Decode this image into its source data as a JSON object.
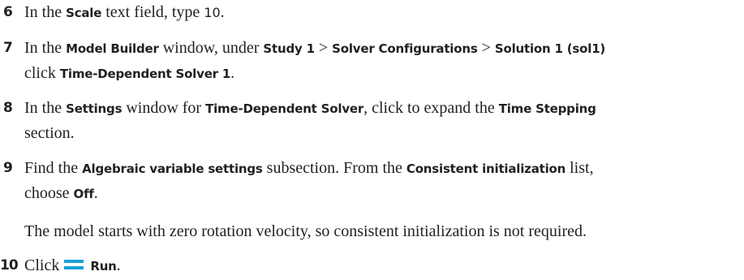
{
  "steps": [
    {
      "number": "6",
      "p1": "In the ",
      "b1": "Scale",
      "p2": " text field, type ",
      "value": "10",
      "p3": "."
    },
    {
      "number": "7",
      "p1": "In the ",
      "b1": "Model Builder",
      "p2": " window, under ",
      "b2": "Study 1",
      "p3": " > ",
      "b3": "Solver Configurations",
      "p4": " > ",
      "b4": "Solution 1 (sol1)",
      "p5": "click ",
      "b5": "Time-Dependent Solver 1",
      "p6": "."
    },
    {
      "number": "8",
      "p1": "In the ",
      "b1": "Settings",
      "p2": " window for ",
      "b2": "Time-Dependent Solver",
      "p3": ", click to expand the ",
      "b3": "Time Stepping",
      "p4": "section."
    },
    {
      "number": "9",
      "p1": "Find the ",
      "b1": "Algebraic variable settings",
      "p2": " subsection. From the ",
      "b2": "Consistent initialization",
      "p3": " list,",
      "p4": "choose ",
      "b3": "Off",
      "p5": "."
    },
    {
      "number": "10",
      "p1": "Click",
      "b1": "Run",
      "p2": "."
    }
  ],
  "note": "The model starts with zero rotation velocity, so consistent initialization is not required.",
  "icons": {
    "run": "run-icon"
  },
  "colors": {
    "text": "#231f20",
    "run_icon": "#1aa0d8"
  }
}
